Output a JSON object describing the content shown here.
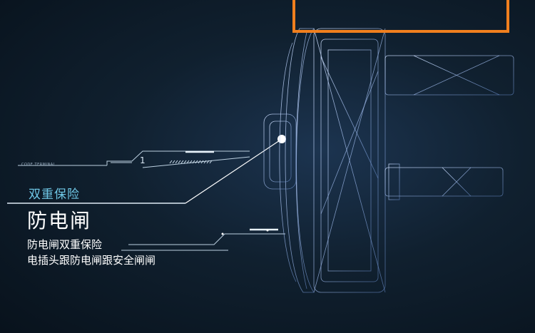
{
  "overlay": {
    "code_label": "CODE TERMINAL",
    "tick_number": "1"
  },
  "feature": {
    "subtitle": "双重保险",
    "title": "防电闸",
    "description_line1": "防电闸双重保险",
    "description_line2": "电插头跟防电闸跟安全闸闸"
  },
  "colors": {
    "background": "#0b1622",
    "accent_orange": "#f07f1e",
    "subtitle_cyan": "#6fc7e6",
    "wire_blue": "#8fb4e8"
  }
}
